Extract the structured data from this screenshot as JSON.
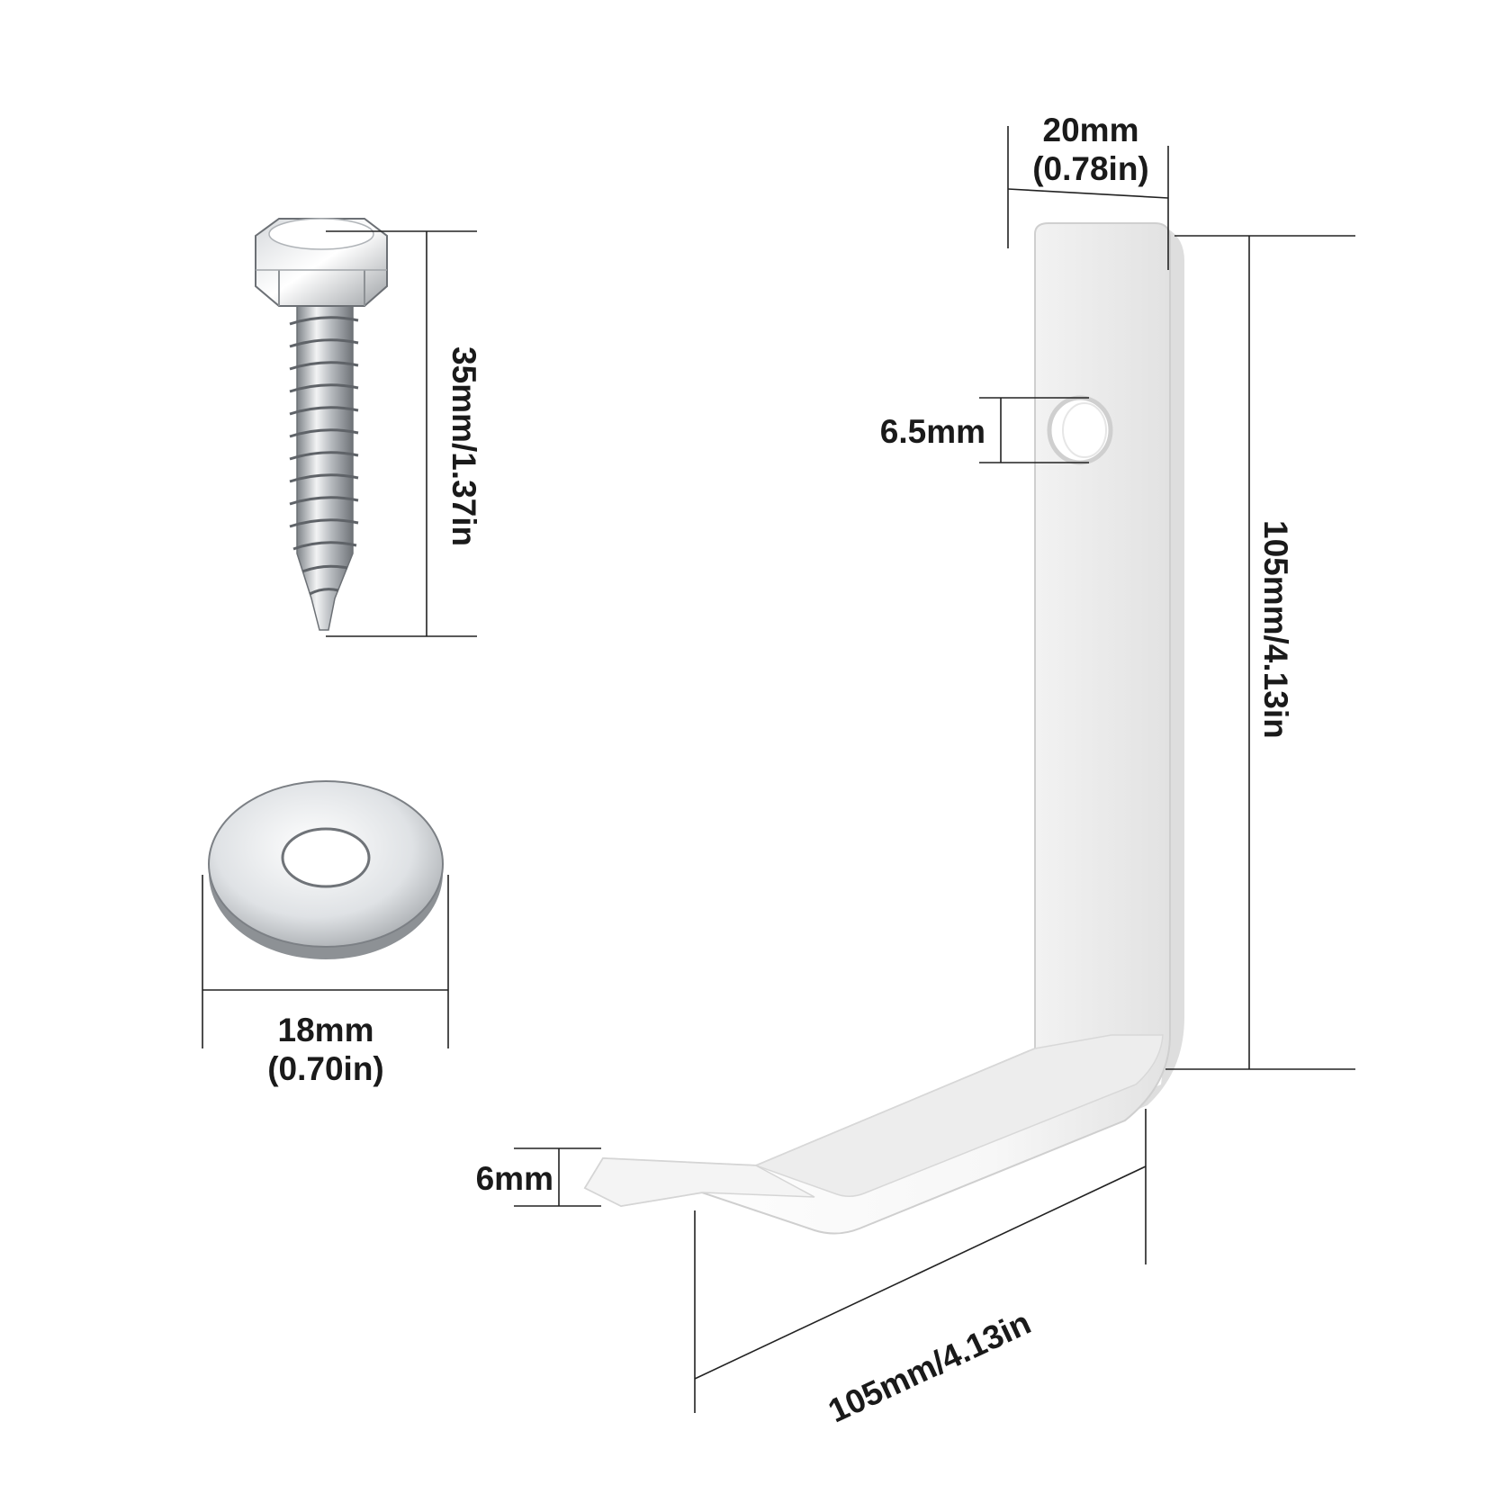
{
  "dimensions": {
    "screw_length": "35mm/1.37in",
    "washer_diameter_mm": "18mm",
    "washer_diameter_in": "(0.70in)",
    "hook_width_mm": "20mm",
    "hook_width_in": "(0.78in)",
    "hole_diameter": "6.5mm",
    "hook_height": "105mm/4.13in",
    "hook_depth": "105mm/4.13in",
    "hook_lip": "6mm"
  },
  "colors": {
    "hook_fill": "#fbfbfb",
    "hook_shade": "#e6e6e6",
    "steel_light": "#eceef0",
    "steel_dark": "#8b8f93",
    "line": "#222222"
  }
}
